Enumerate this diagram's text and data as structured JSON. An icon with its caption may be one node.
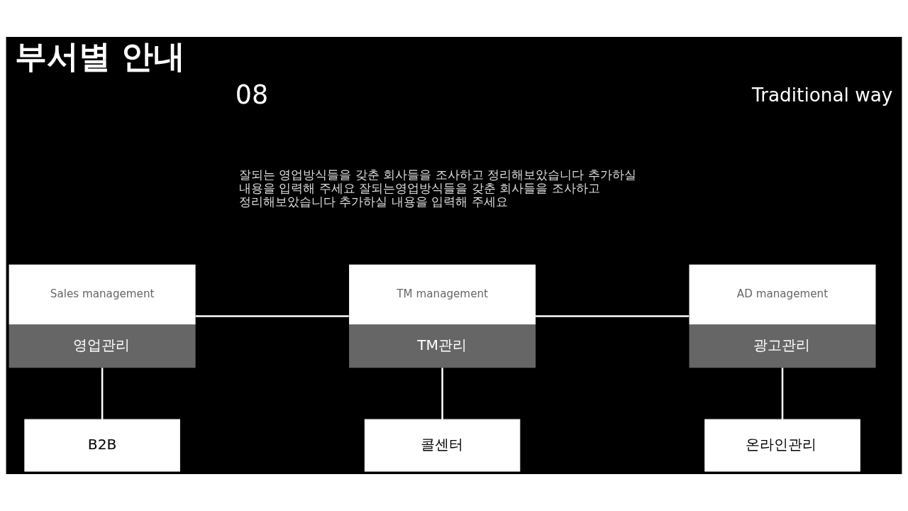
{
  "diagram": {
    "title": "부서별 안내",
    "nodes": [
      {
        "text": [
          "Sales management",
          "영업관리"
        ]
      },
      {
        "text": [
          "TM management",
          "TM관리"
        ]
      },
      {
        "text": [
          "AD management",
          "광고관리"
        ]
      },
      {
        "text": [
          "B2B"
        ]
      },
      {
        "text": [
          "콜센터"
        ]
      },
      {
        "text": [
          "온라인관리"
        ]
      }
    ],
    "edges": [
      {
        "from": 0,
        "to": 1,
        "arrow": "none"
      },
      {
        "from": 1,
        "to": 2,
        "arrow": "none"
      },
      {
        "from": 0,
        "to": 3,
        "arrow": "none"
      },
      {
        "from": 1,
        "to": 4,
        "arrow": "none"
      },
      {
        "from": 2,
        "to": 5,
        "arrow": "none"
      }
    ],
    "labels": [
      "08",
      "Traditional way",
      "잘되는 영업방식들을 갖춘 회사들을 조사하고 정리해보았습니다 추가하실 내용을 입력해 주세요 잘되는영업방식들을 갖춘 회사들을 조사하고 정리해보았습니다 추가하실 내용을 입력해 주세요"
    ]
  }
}
